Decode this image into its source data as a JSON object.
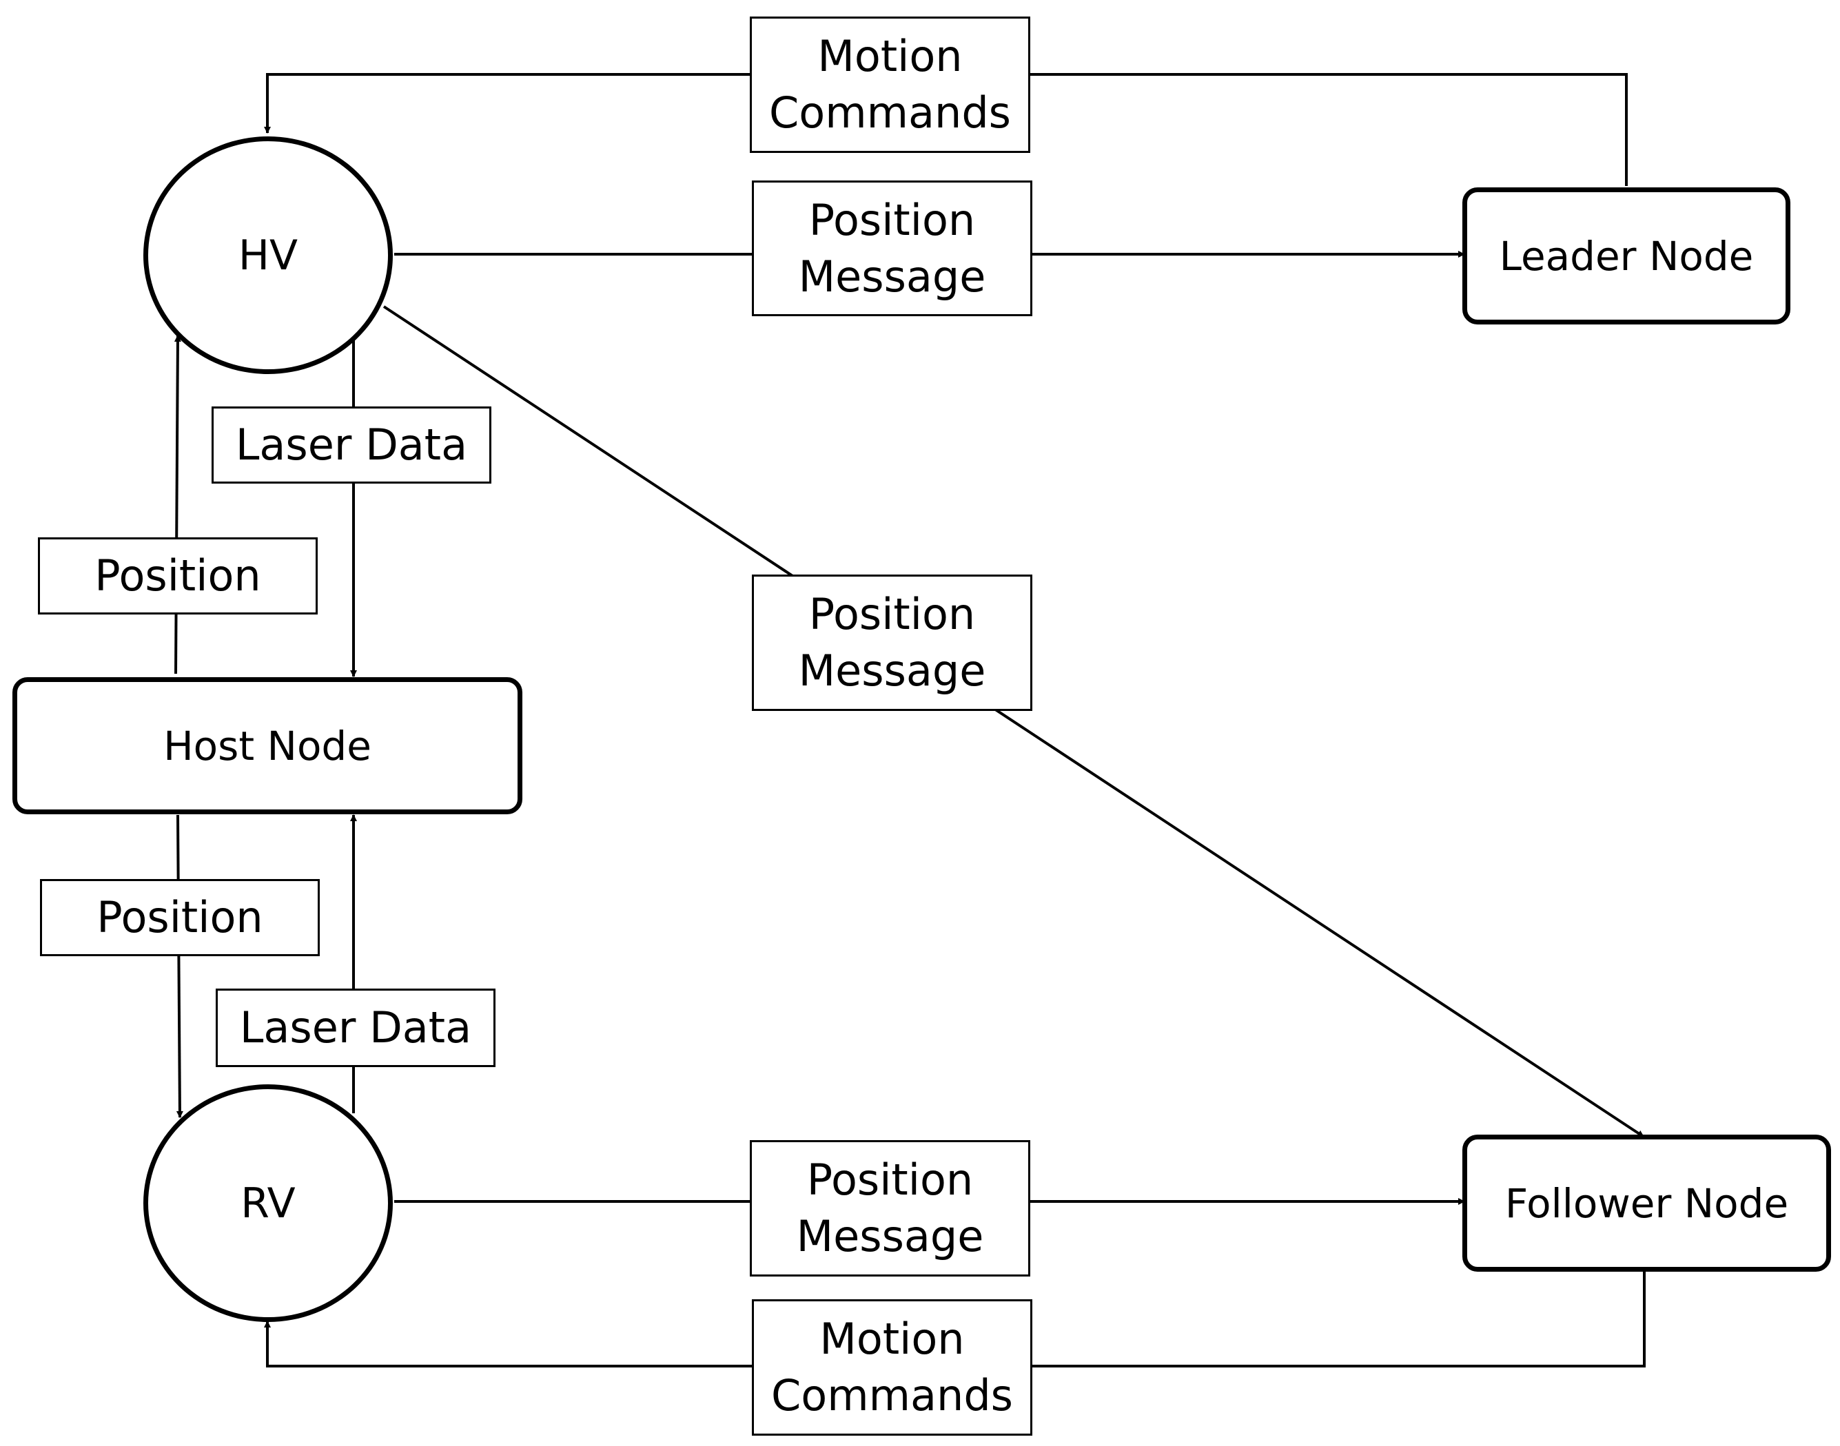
{
  "vehicles": {
    "hv": "HV",
    "rv": "RV"
  },
  "nodes": {
    "host": "Host Node",
    "leader": "Leader Node",
    "follower": "Follower Node"
  },
  "edges": {
    "motion_commands_top": [
      "Motion",
      "Commands"
    ],
    "position_message_hv_leader": [
      "Position",
      "Message"
    ],
    "position_message_hv_follower": [
      "Position",
      "Message"
    ],
    "position_message_rv_follower": [
      "Position",
      "Message"
    ],
    "motion_commands_bottom": [
      "Motion",
      "Commands"
    ],
    "laser_data_hv": "Laser Data",
    "position_host_hv": "Position",
    "position_host_rv": "Position",
    "laser_data_rv": "Laser Data"
  }
}
